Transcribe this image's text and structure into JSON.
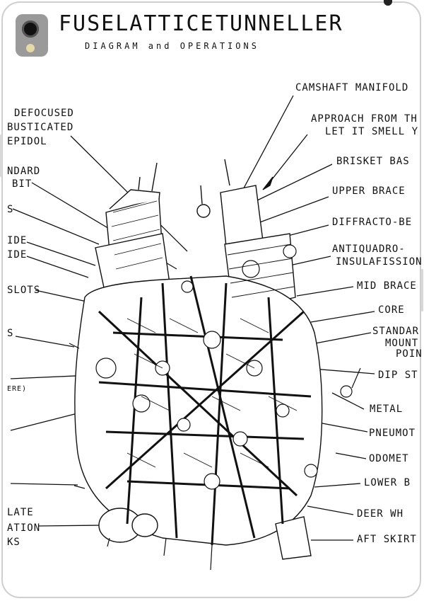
{
  "title_left": "FUSELATTICE",
  "title_right": "TUNNELLER",
  "subtitle": "DIAGRAM and OPERATIONS",
  "right_labels": [
    "CAMSHAFT MANIFOLD",
    "APPROACH FROM TH",
    "LET IT SMELL Y",
    "BRISKET BAS",
    "UPPER BRACE",
    "DIFFRACTO-BE",
    "ANTIQUADRO-",
    "INSULAFISSION",
    "MID BRACE",
    "CORE",
    "STANDAR",
    "MOUNT",
    "POIN",
    "DIP ST",
    "METAL",
    "PNEUMOT",
    "ODOMET",
    "LOWER B",
    "DEER WH",
    "AFT SKIRT"
  ],
  "left_labels": [
    "DEFOCUSED",
    "BUSTICATED",
    "EPIDOL",
    "NDARD",
    "BIT",
    "S",
    "IDE",
    "IDE",
    "SLOTS",
    "S",
    "ERE)",
    "LATE",
    "ATION",
    "KS"
  ],
  "colors": {
    "ink": "#111111",
    "frame": "#cfcfcf",
    "camera": "#9a9a9a"
  }
}
